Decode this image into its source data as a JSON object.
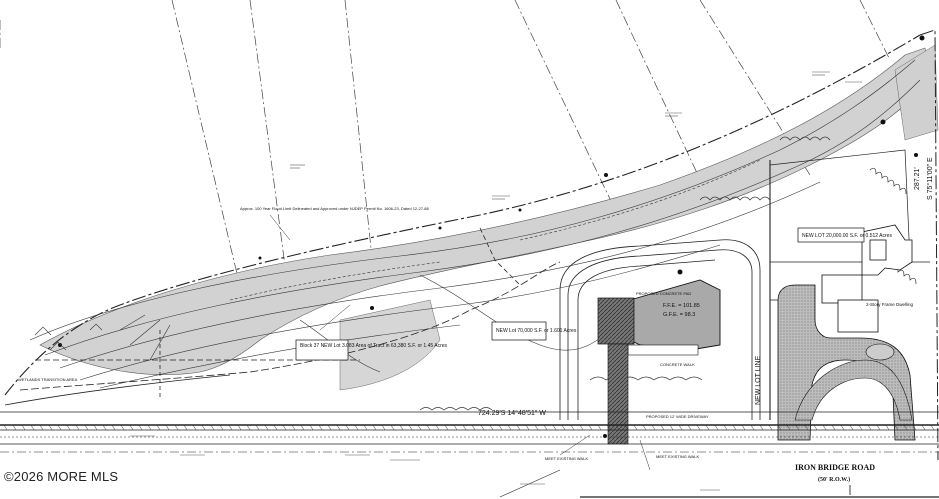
{
  "watermark": "©2026 MORE MLS",
  "road": {
    "name": "IRON BRIDGE ROAD",
    "row": "(50' R.O.W.)"
  },
  "building": {
    "ffe": "F.F.E. = 101.85",
    "gfe": "G.F.E. = 98.3"
  },
  "bearings": {
    "bottom": "724.29'S 14°48'51\" W",
    "right_distance": "287.21'",
    "right_bearing": "S 75°11'00\" E"
  },
  "labels": {
    "new_lot_line": "NEW LOT LINE",
    "floodplain_note": "Approx. 100 Year Flood Limit Delineated and Approved under NJDEP Permit No. 1606-23, Dated 12-27-88",
    "wetlands": "WETLANDS TRANSITION AREA",
    "lot_left": "Block 37 NEW Lot 3.083 Area of Tract in 63,380 S.F. or 1.45 Acres",
    "lot_mid": "NEW Lot 70,000 S.F. or 1.601 Acres",
    "lot_right": "NEW LOT 20,000.00 S.F. or 0.512 Acres",
    "existing_dwelling": "2-Story Frame Dwelling",
    "concrete_pad": "PROPOSED CONCRETE PAD",
    "concrete_walk": "CONCRETE WALK",
    "proposed_driveway": "PROPOSED 12' WIDE DRIVEWAY",
    "meet_walk_1": "MEET EXISTING WALK",
    "meet_walk_2": "MEET EXISTING WALK"
  }
}
